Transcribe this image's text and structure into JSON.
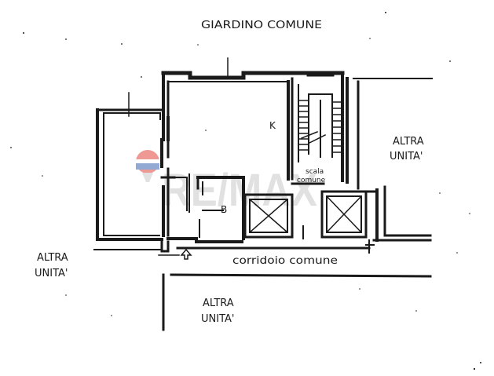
{
  "labels": {
    "garden": "GIARDINO COMUNE",
    "kitchen": "K",
    "bathroom": "B",
    "stair_line1": "scala",
    "stair_line2": "comune",
    "corridor": "corridoio comune",
    "other_right_line1": "ALTRA",
    "other_right_line2": "UNITA'",
    "other_left_line1": "ALTRA",
    "other_left_line2": "UNITA'",
    "other_bottom_line1": "ALTRA",
    "other_bottom_line2": "UNITA'"
  },
  "watermark": {
    "text": "RE/MAX",
    "color": "#c9c9c9",
    "logo_colors": [
      "#e3463f",
      "#3a63b0",
      "#ffffff"
    ]
  },
  "colors": {
    "line": "#1a1a1a",
    "background": "#ffffff"
  }
}
